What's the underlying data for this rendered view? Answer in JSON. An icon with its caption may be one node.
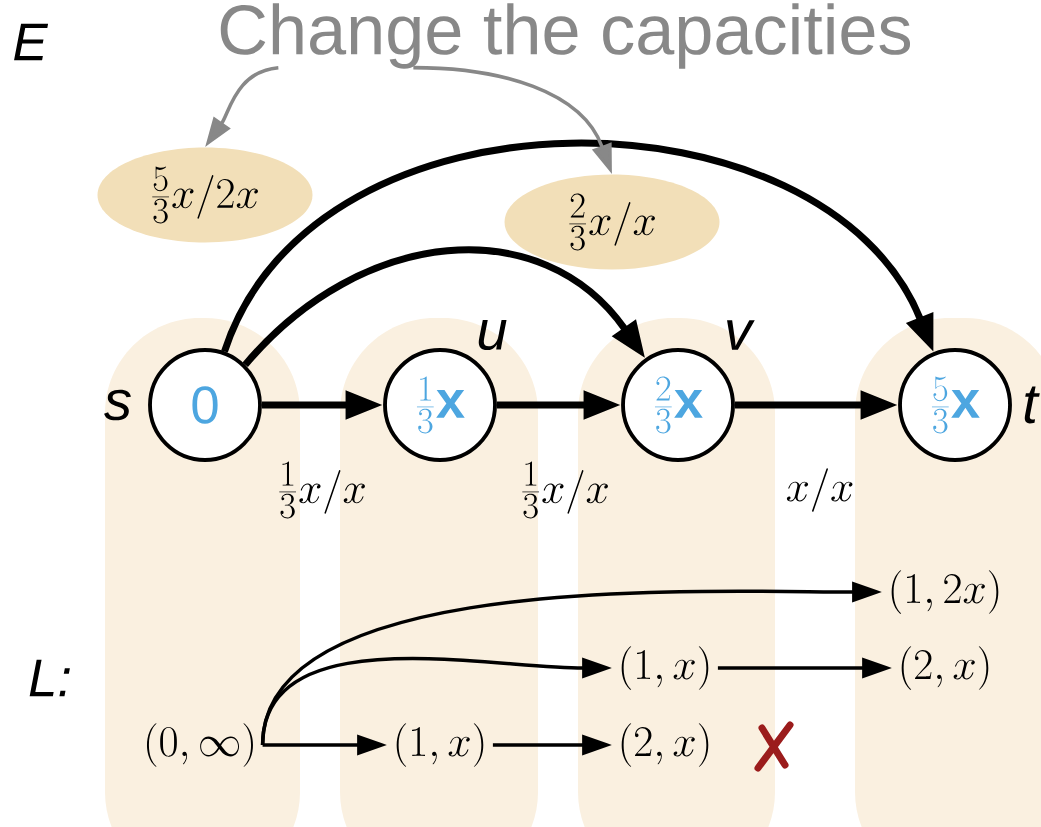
{
  "diagram": {
    "nodes": [
      {
        "text": [
          "0"
        ],
        "beside": [
          "s"
        ]
      },
      {
        "text": [
          "\\frac{1}{3}\\mathbf{x}"
        ],
        "beside": [
          "u"
        ]
      },
      {
        "text": [
          "\\frac{2}{3}\\mathbf{x}"
        ],
        "beside": [
          "v"
        ]
      },
      {
        "text": [
          "\\frac{5}{3}\\mathbf{x}"
        ],
        "beside": [
          "t"
        ]
      },
      {
        "text": [
          "Change the capacities"
        ]
      },
      {
        "text": [
          "\\frac{5}{3}x/2x"
        ]
      },
      {
        "text": [
          "\\frac{2}{3}x/x"
        ]
      },
      {
        "text": [
          "(0,\\infty)"
        ]
      },
      {
        "text": [
          "(1,x)"
        ]
      },
      {
        "text": [
          "(2,x)"
        ]
      },
      {
        "text": [
          "(1,x)"
        ]
      },
      {
        "text": [
          "(2,x)"
        ]
      },
      {
        "text": [
          "(1,2x)"
        ]
      }
    ],
    "edges": [
      {
        "from": 0,
        "to": 1,
        "arrow": "to",
        "label": "\\frac{1}{3}x/x",
        "style": "thick"
      },
      {
        "from": 1,
        "to": 2,
        "arrow": "to",
        "label": "\\frac{1}{3}x/x",
        "style": "thick"
      },
      {
        "from": 2,
        "to": 3,
        "arrow": "to",
        "label": "x/x",
        "style": "thick"
      },
      {
        "from": 0,
        "to": 2,
        "arrow": "to",
        "style": "thick"
      },
      {
        "from": 0,
        "to": 3,
        "arrow": "to",
        "style": "thick"
      },
      {
        "from": 4,
        "to": 5,
        "arrow": "to",
        "color": "#888888"
      },
      {
        "from": 4,
        "to": 6,
        "arrow": "to",
        "color": "#888888"
      },
      {
        "from": 7,
        "to": 8,
        "arrow": "to"
      },
      {
        "from": 8,
        "to": 9,
        "arrow": "to"
      },
      {
        "from": 7,
        "to": 10,
        "arrow": "to"
      },
      {
        "from": 10,
        "to": 11,
        "arrow": "to"
      },
      {
        "from": 7,
        "to": 12,
        "arrow": "to"
      }
    ],
    "labels": [
      "E",
      "L:"
    ]
  }
}
